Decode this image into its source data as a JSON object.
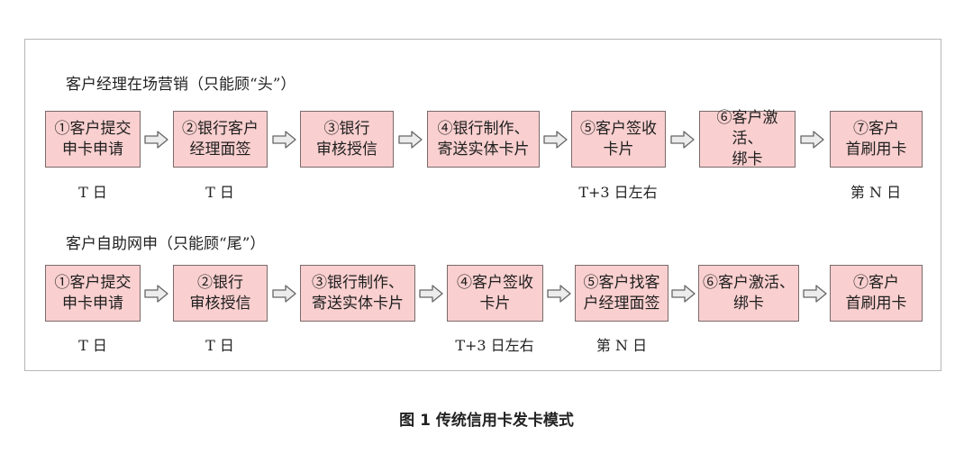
{
  "rows": [
    {
      "title": "客户经理在场营销（只能顾“头”）",
      "steps": [
        "①客户提交\n申卡申请",
        "②银行客户\n经理面签",
        "③银行\n审核授信",
        "④银行制作、\n寄送实体卡片",
        "⑤客户签收\n卡片",
        "⑥客户激活、\n绑卡",
        "⑦客户\n首刷用卡"
      ],
      "dates": [
        "T 日",
        "T 日",
        "",
        "",
        "T+3 日左右",
        "",
        "第 N 日"
      ]
    },
    {
      "title": "客户自助网申（只能顾“尾”）",
      "steps": [
        "①客户提交\n申卡申请",
        "②银行\n审核授信",
        "③银行制作、\n寄送实体卡片",
        "④客户签收\n卡片",
        "⑤客户找客\n户经理面签",
        "⑥客户激活、\n绑卡",
        "⑦客户\n首刷用卡"
      ],
      "dates": [
        "T 日",
        "T 日",
        "",
        "T+3 日左右",
        "第 N 日",
        "",
        ""
      ]
    }
  ],
  "caption": "图 1 传统信用卡发卡模式",
  "colors": {
    "box_fill": "#f9cfcf",
    "box_border": "#7a6a6a",
    "arrow_fill": "#ececec",
    "arrow_stroke": "#666666"
  }
}
